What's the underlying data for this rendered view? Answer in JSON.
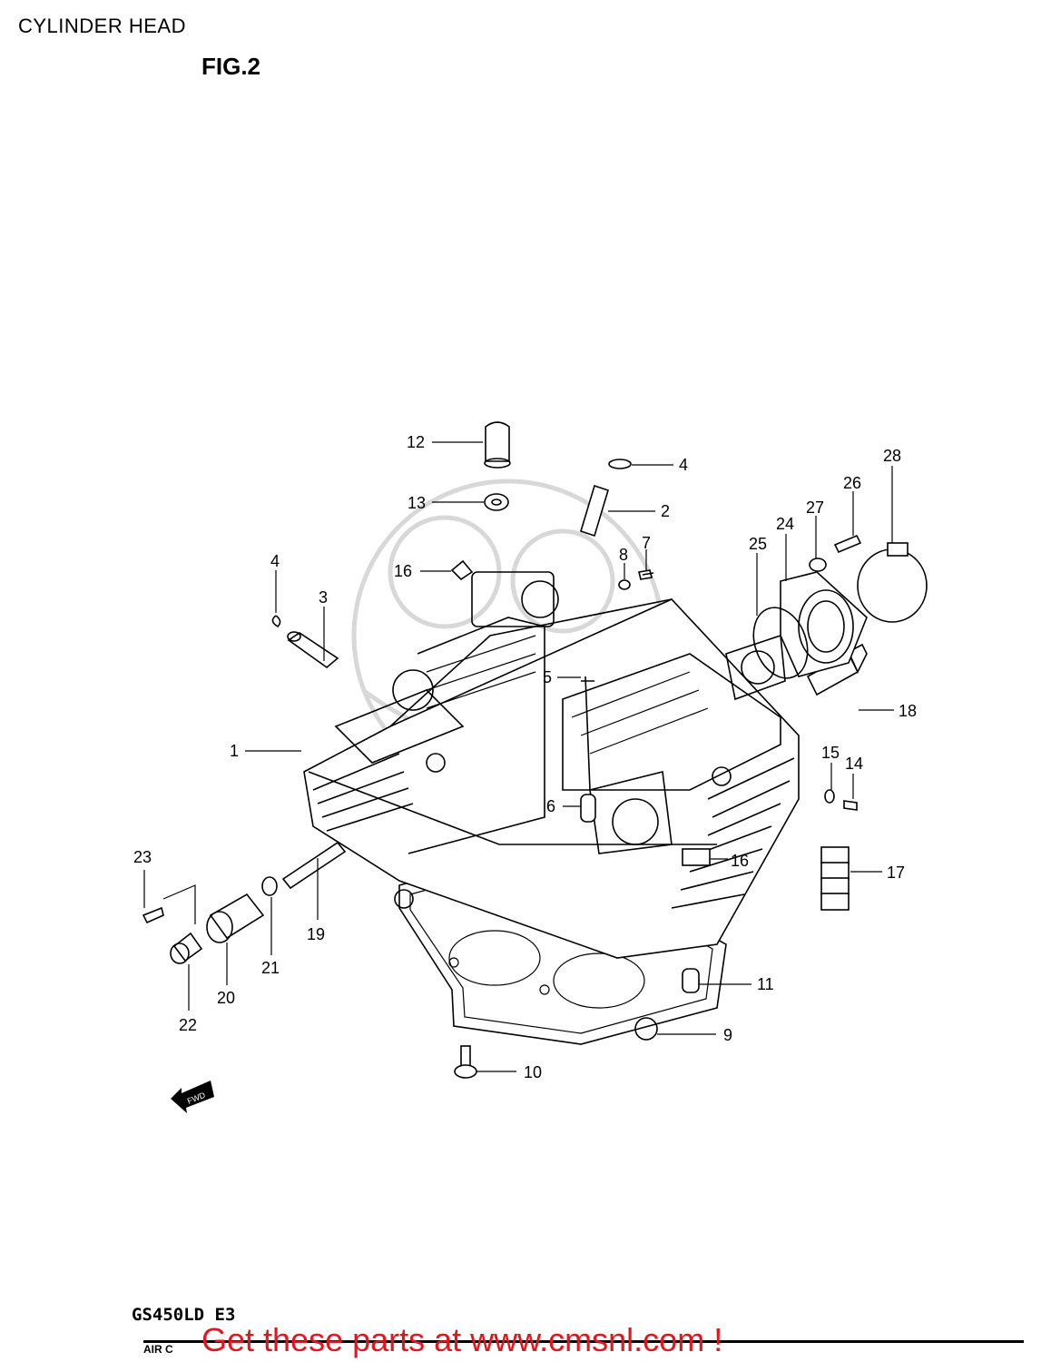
{
  "header": {
    "title": "CYLINDER HEAD",
    "figure": "FIG.2"
  },
  "model": "GS450LD  E3",
  "footer": {
    "cut_text": "AIR C",
    "link_text": "Get these parts at www.cmsnl.com !"
  },
  "fwd_label": "FWD",
  "callouts": {
    "c1": "1",
    "c2": "2",
    "c3": "3",
    "c4a": "4",
    "c4b": "4",
    "c5": "5",
    "c6": "6",
    "c7": "7",
    "c8": "8",
    "c9": "9",
    "c10": "10",
    "c11": "11",
    "c12": "12",
    "c13": "13",
    "c14": "14",
    "c15": "15",
    "c16a": "16",
    "c16b": "16",
    "c17": "17",
    "c18": "18",
    "c19": "19",
    "c20": "20",
    "c21": "21",
    "c22": "22",
    "c23": "23",
    "c24": "24",
    "c25": "25",
    "c26": "26",
    "c27": "27",
    "c28": "28"
  },
  "colors": {
    "ink": "#000000",
    "link": "#e8141c",
    "watermark": "#d8d8d8"
  }
}
